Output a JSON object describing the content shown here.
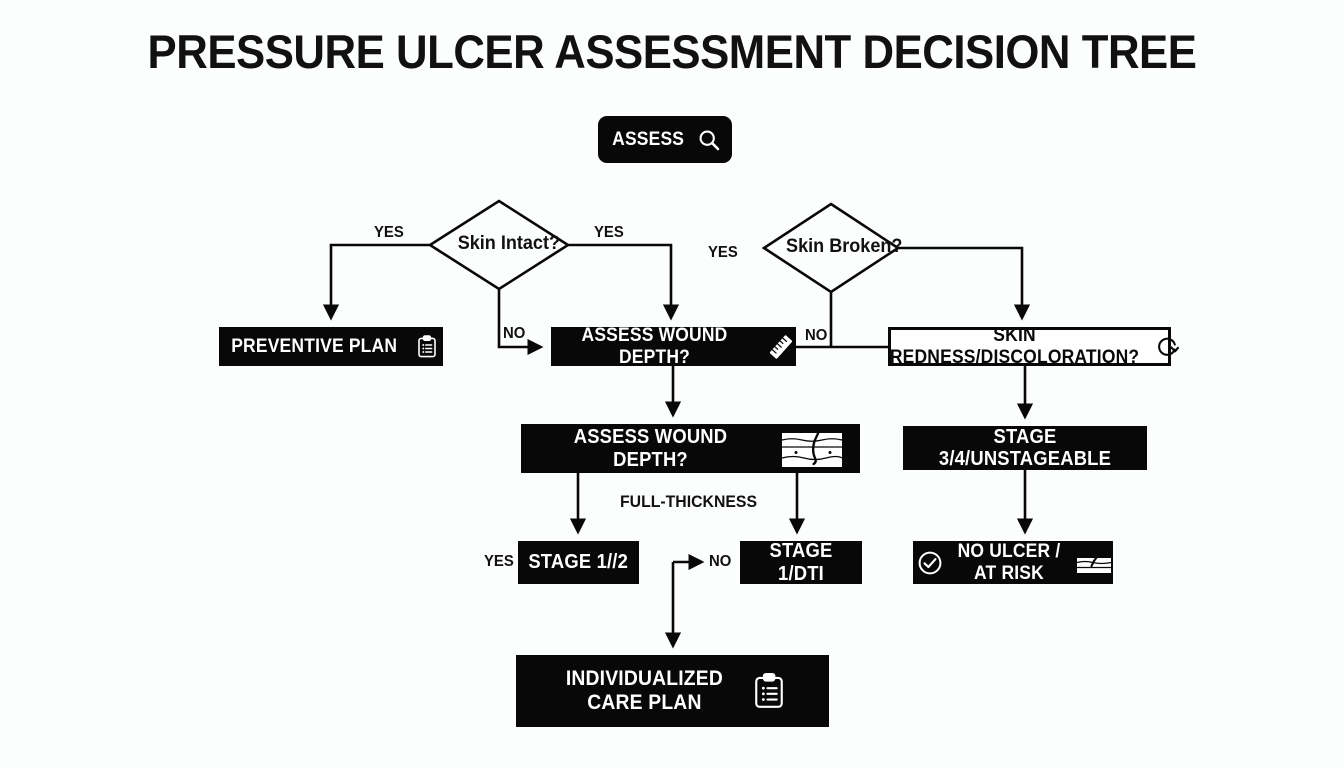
{
  "page": {
    "title": "PRESSURE ULCER ASSESSMENT DECISION TREE",
    "background_color": "#fcfdfd",
    "ink_color": "#080808"
  },
  "nodes": {
    "assess": {
      "label": "ASSESS",
      "icon": "magnifier-icon",
      "style": "filled-rounded"
    },
    "skin_intact": {
      "label": "Skin Intact?",
      "shape": "diamond"
    },
    "skin_broken": {
      "label": "Skin Broken?",
      "shape": "diamond"
    },
    "preventive_plan": {
      "label": "PREVENTIVE PLAN",
      "icon": "clipboard-icon",
      "style": "filled"
    },
    "assess_wound_depth_1": {
      "label": "ASSESS WOUND DEPTH?",
      "icon": "ruler-icon",
      "style": "filled"
    },
    "skin_redness": {
      "label": "SKIN REDNESS/DISCOLORATION?",
      "icon": "circular-arrow-icon",
      "style": "outlined"
    },
    "assess_wound_depth_2": {
      "label": "ASSESS WOUND DEPTH?",
      "icon": "skin-cross-section-icon",
      "style": "filled"
    },
    "stage_1_2": {
      "label": "STAGE 1//2",
      "style": "filled"
    },
    "stage_1_dti": {
      "label": "STAGE 1/DTI",
      "style": "filled"
    },
    "stage_3_4": {
      "label": "STAGE 3/4/UNSTAGEABLE",
      "style": "filled"
    },
    "no_ulcer": {
      "label": "NO ULCER / AT RISK",
      "icon_left": "check-circle-icon",
      "icon_right": "skin-dressing-icon",
      "style": "filled"
    },
    "individualized_care": {
      "label": "INDIVIDUALIZED\nCARE PLAN",
      "icon": "clipboard-icon",
      "style": "filled"
    }
  },
  "edge_labels": {
    "yes_left": "YES",
    "yes_right": "YES",
    "yes_broken": "YES",
    "no_intact": "NO",
    "no_broken": "NO",
    "full_thickness": "FULL-THICKNESS",
    "yes_stage": "YES",
    "no_stage": "NO"
  }
}
